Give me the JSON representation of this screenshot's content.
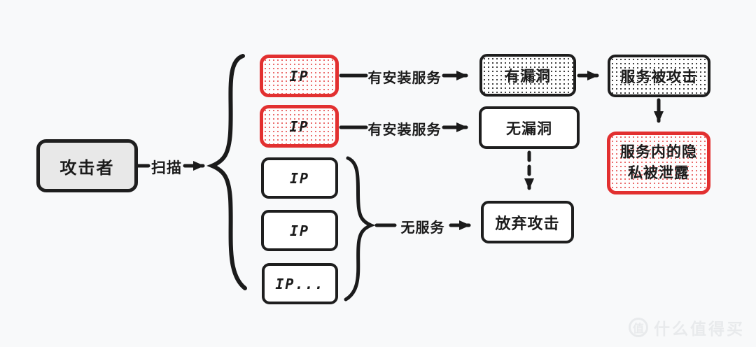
{
  "diagram": {
    "title_none": "",
    "nodes": {
      "attacker": {
        "label": "攻击者"
      },
      "ip_red_1": {
        "label": "IP"
      },
      "ip_red_2": {
        "label": "IP"
      },
      "ip_plain_1": {
        "label": "IP"
      },
      "ip_plain_2": {
        "label": "IP"
      },
      "ip_plain_3": {
        "label": "IP..."
      },
      "has_vulnerability": {
        "label": "有漏洞"
      },
      "no_vulnerability": {
        "label": "无漏洞"
      },
      "service_attacked": {
        "label": "服务被攻击"
      },
      "privacy_leaked": {
        "label": "服务内的隐私被泄露"
      },
      "abandon_attack": {
        "label": "放弃攻击"
      }
    },
    "edge_labels": {
      "scan": "扫描",
      "has_installed_service_1": "有安装服务",
      "has_installed_service_2": "有安装服务",
      "no_service": "无服务"
    },
    "colors": {
      "background": "#f8f9fa",
      "stroke": "#1e1e1e",
      "danger_red": "#e23030",
      "attacker_fill": "#e8e8e8",
      "hatch_gray_dot": "#3f3f3f",
      "hatch_red_dot": "#ea6a6a"
    }
  },
  "watermark": {
    "badge": "值",
    "text": "什么值得买"
  }
}
